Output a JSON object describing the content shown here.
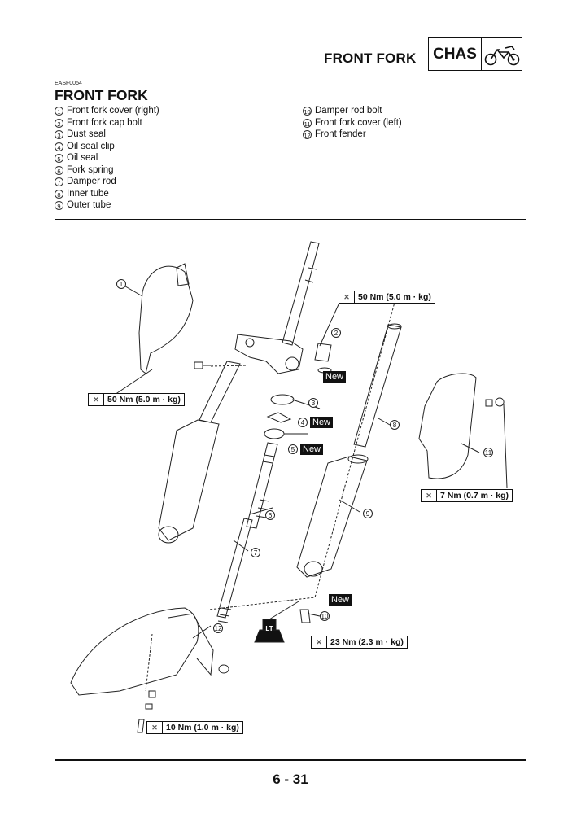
{
  "header": {
    "title": "FRONT FORK",
    "section_badge": "CHAS",
    "section_icon": "motorcycle-icon"
  },
  "section": {
    "code": "EASF0054",
    "title": "FRONT FORK"
  },
  "legend": {
    "left": [
      {
        "num": "1",
        "label": "Front fork cover (right)"
      },
      {
        "num": "2",
        "label": "Front fork cap bolt"
      },
      {
        "num": "3",
        "label": "Dust seal"
      },
      {
        "num": "4",
        "label": "Oil seal clip"
      },
      {
        "num": "5",
        "label": "Oil seal"
      },
      {
        "num": "6",
        "label": "Fork spring"
      },
      {
        "num": "7",
        "label": "Damper rod"
      },
      {
        "num": "8",
        "label": "Inner tube"
      },
      {
        "num": "9",
        "label": "Outer tube"
      }
    ],
    "right": [
      {
        "num": "10",
        "label": "Damper rod bolt"
      },
      {
        "num": "11",
        "label": "Front fork cover (left)"
      },
      {
        "num": "12",
        "label": "Front fender"
      }
    ]
  },
  "diagram": {
    "torques": {
      "cap_bolt": "50 Nm (5.0 m · kg)",
      "pinch_bolt": "50 Nm (5.0 m · kg)",
      "cover_bolt": "7 Nm (0.7 m · kg)",
      "damper_bolt": "23 Nm (2.3 m · kg)",
      "fender_bolt": "10 Nm (1.0 m · kg)"
    },
    "new_label": "New",
    "locktite_label": "LT",
    "callouts": [
      "1",
      "2",
      "3",
      "4",
      "5",
      "6",
      "7",
      "8",
      "9",
      "10",
      "11",
      "12"
    ]
  },
  "footer": {
    "page_number": "6 - 31"
  }
}
